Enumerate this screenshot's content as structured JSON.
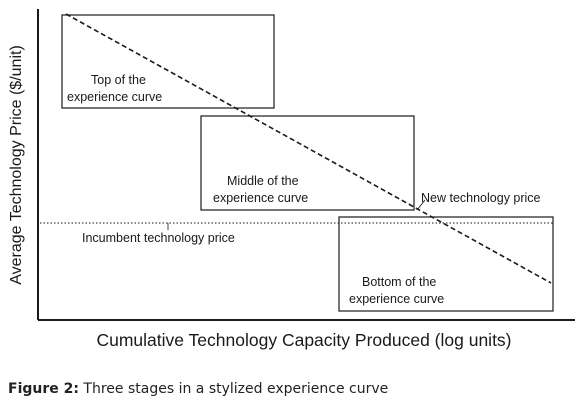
{
  "y_axis_label": "Average Technology Price ($/unit)",
  "x_axis_label": "Cumulative Technology Capacity Produced (log units)",
  "boxes": {
    "top": [
      "Top of the",
      "experience curve"
    ],
    "middle": [
      "Middle of the",
      "experience curve"
    ],
    "bottom": [
      "Bottom of the",
      "experience curve"
    ]
  },
  "annotations": {
    "new_price": "New technology price",
    "incumbent_price": "Incumbent technology price"
  },
  "caption": {
    "label": "Figure 2:",
    "text": " Three stages in a stylized experience curve"
  },
  "colors": {
    "ink": "#1a1a1a",
    "caption": "#222222"
  }
}
